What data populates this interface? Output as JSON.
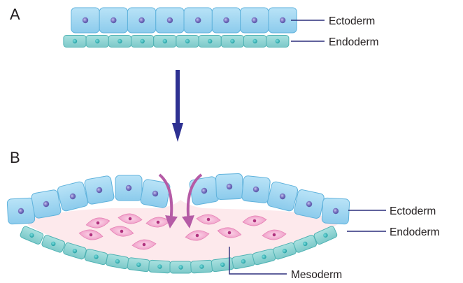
{
  "panel_a": {
    "letter": "A",
    "labels": {
      "ectoderm": "Ectoderm",
      "endoderm": "Endoderm"
    }
  },
  "panel_b": {
    "letter": "B",
    "labels": {
      "ectoderm": "Ectoderm",
      "endoderm": "Endoderm",
      "mesoderm": "Mesoderm"
    }
  },
  "colors": {
    "ectoderm_fill": "#9fd6f1",
    "ectoderm_stroke": "#5fb2dc",
    "ectoderm_nucleus": "#6d68b7",
    "endoderm_fill": "#8fd6d5",
    "endoderm_stroke": "#4fb2b3",
    "endoderm_nucleus": "#1aa1a6",
    "mesoderm_region": "#fde9ec",
    "mesoderm_cell": "#f4a9cf",
    "mesoderm_nucleus": "#b0317e",
    "arrow": "#2e3192",
    "ingression_arrow": "#b55ba6",
    "leader_line": "#2b2f7c"
  }
}
